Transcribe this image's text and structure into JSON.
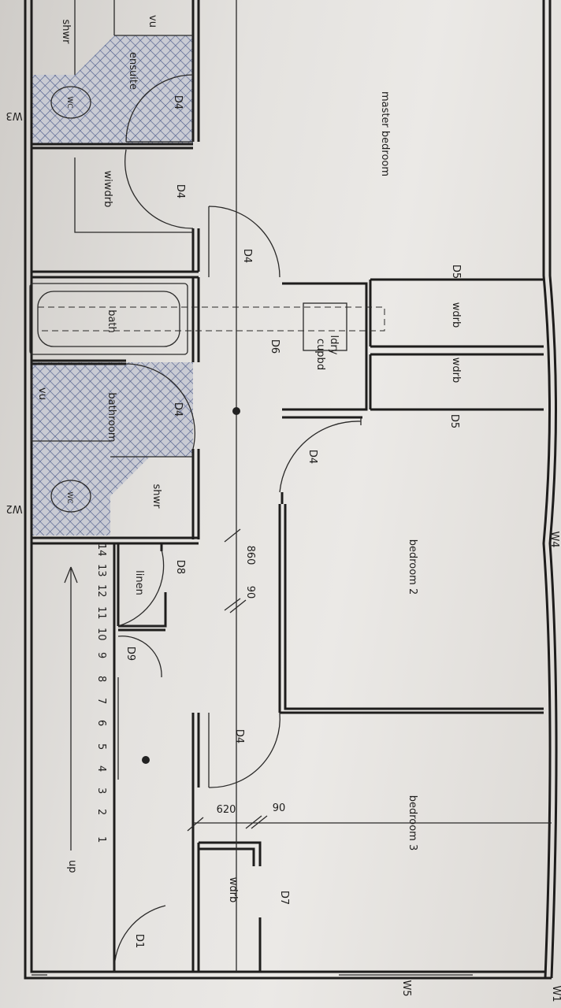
{
  "rooms": {
    "master_bedroom": "master bedroom",
    "ensuite": "ensuite",
    "wiwdrb": "wiwdrb",
    "bath": "bath",
    "bathroom": "bathroom",
    "vu_ensuite": "vu",
    "vu_bathroom": "vu",
    "shwr_ensuite": "shwr",
    "shwr_bathroom": "shwr",
    "wc_ensuite": "WC",
    "wc_bathroom": "WC",
    "wdrb_1": "wdrb",
    "wdrb_2": "wdrb",
    "wdrb_3": "wdrb",
    "ldry": "ldry",
    "cupbd": "cupbd",
    "bedroom2": "bedroom 2",
    "bedroom3": "bedroom 3",
    "linen": "linen"
  },
  "doors": {
    "d4_ensuite": "D4",
    "d4_wiwdrb": "D4",
    "d4_hall": "D4",
    "d4_bathroom": "D4",
    "d4_bed2": "D4",
    "d4_bed3": "D4",
    "d5_a": "D5",
    "d5_b": "D5",
    "d6": "D6",
    "d7": "D7",
    "d8": "D8",
    "d9": "D9",
    "d1": "D1"
  },
  "windows": {
    "w3": "W3",
    "w4": "W4",
    "w5": "W5",
    "w1": "W1",
    "w2": "W2"
  },
  "dimensions": {
    "d860": "860",
    "d90a": "90",
    "d620": "620",
    "d90b": "90"
  },
  "stairs": {
    "steps": [
      "14",
      "13",
      "12",
      "11",
      "10",
      "9",
      "8",
      "7",
      "6",
      "5",
      "4",
      "3",
      "2",
      "1"
    ],
    "direction": "up"
  }
}
